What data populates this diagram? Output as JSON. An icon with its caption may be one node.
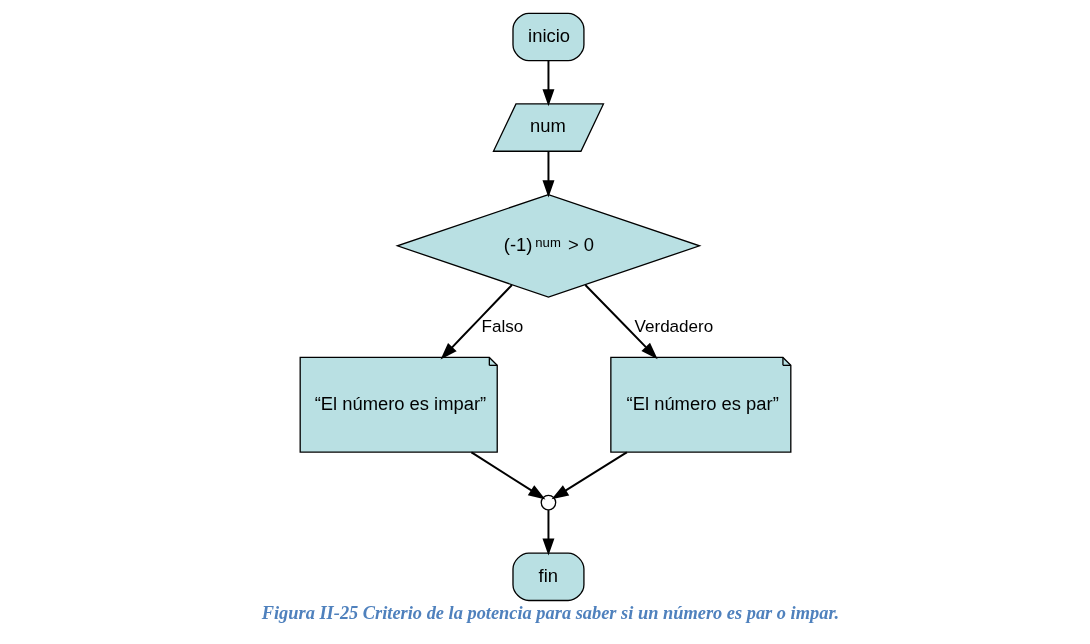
{
  "diagram": {
    "caption": "Figura II-25 Criterio de la potencia para saber si un número es par o impar.",
    "nodes": [
      {
        "text": [
          "inicio"
        ]
      },
      {
        "text": [
          "num"
        ]
      },
      {
        "text": [
          "(-1)$^{num}$ > 0"
        ]
      },
      {
        "text": [
          "“El número es impar”"
        ]
      },
      {
        "text": [
          "“El número es par”"
        ]
      },
      {
        "text": [],
        "shape": "circle"
      },
      {
        "text": [
          "fin"
        ]
      }
    ],
    "edges": [
      {
        "from": 0,
        "to": 1,
        "arrow": "to"
      },
      {
        "from": 1,
        "to": 2,
        "arrow": "to"
      },
      {
        "from": 2,
        "to": 3,
        "arrow": "to",
        "label": "Falso"
      },
      {
        "from": 2,
        "to": 4,
        "arrow": "to",
        "label": "Verdadero"
      },
      {
        "from": 3,
        "to": 5,
        "arrow": "to"
      },
      {
        "from": 4,
        "to": 5,
        "arrow": "to"
      },
      {
        "from": 5,
        "to": 6,
        "arrow": "to"
      }
    ]
  }
}
